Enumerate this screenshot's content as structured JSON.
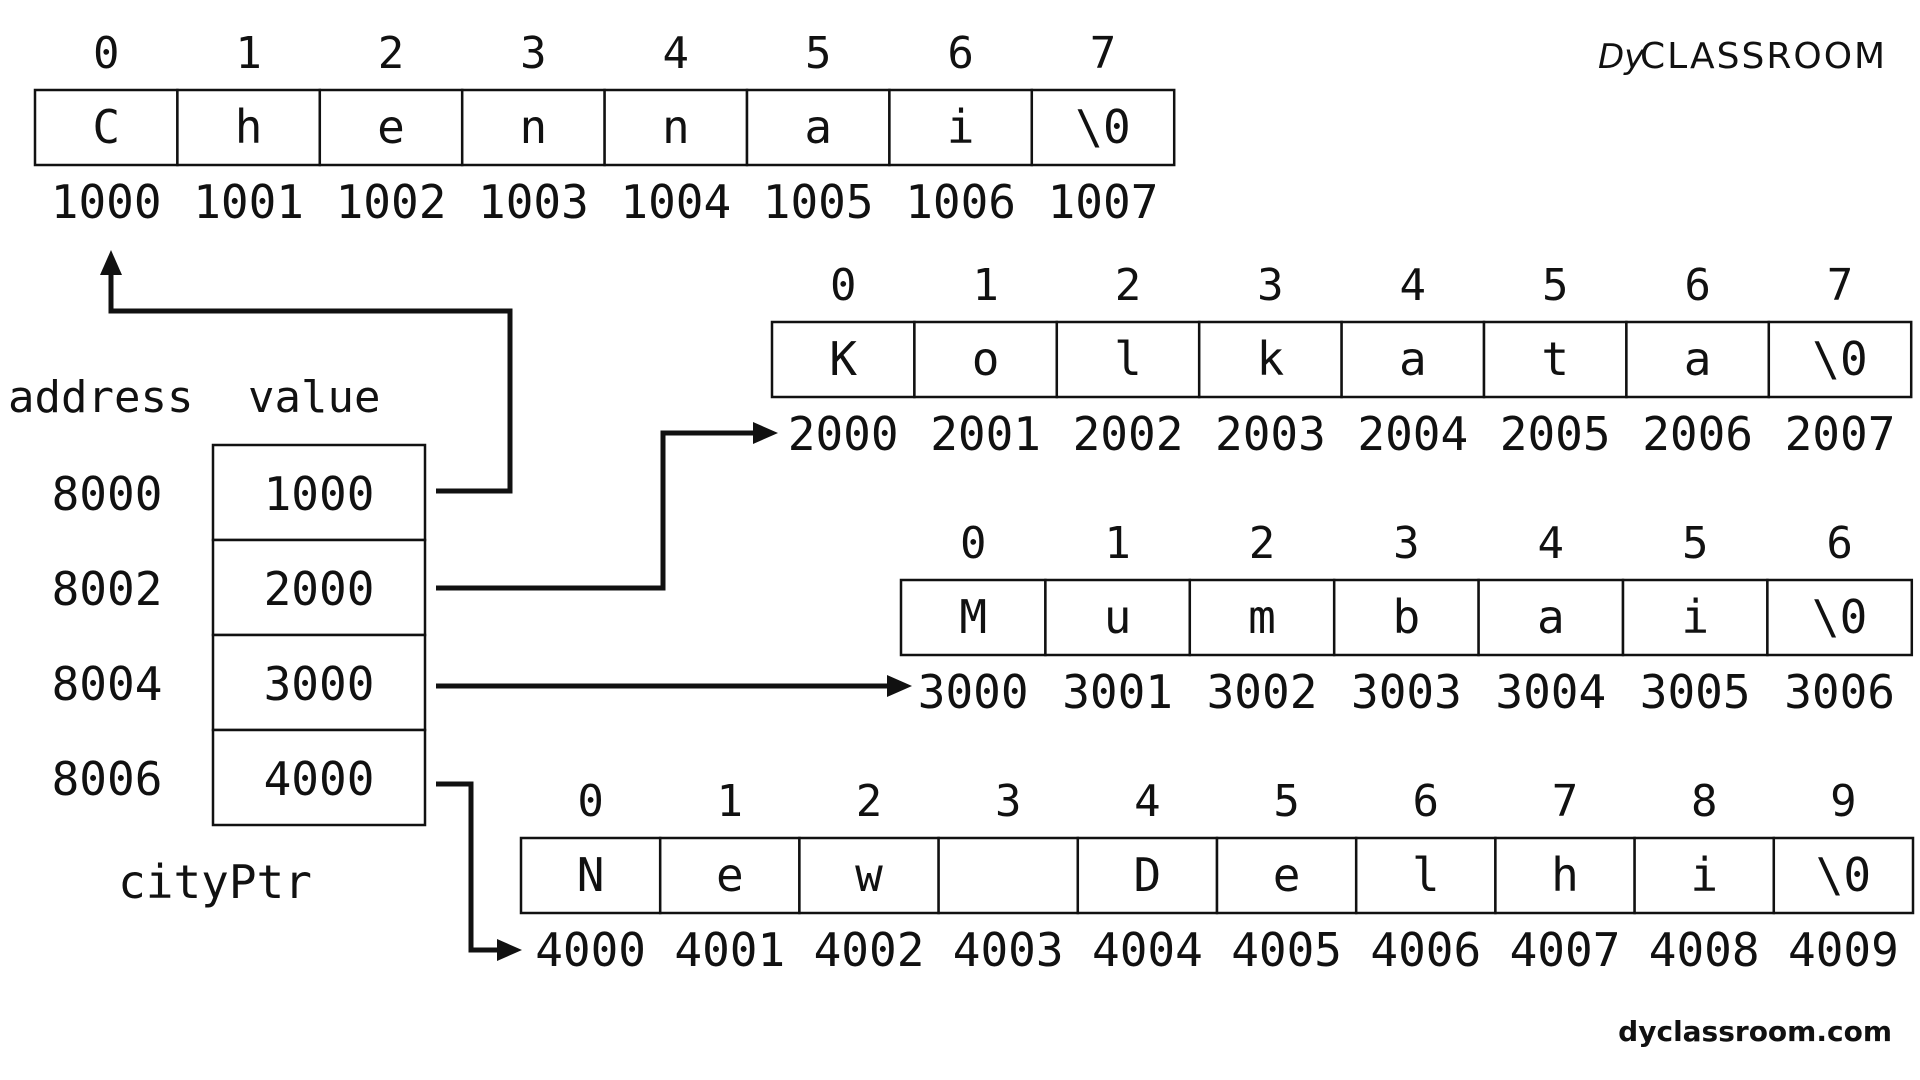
{
  "brand": {
    "logo_mark": "Dy",
    "logo_text": "CLASSROOM",
    "website": "dyclassroom.com"
  },
  "pointer_array": {
    "name": "cityPtr",
    "address_header": "address",
    "value_header": "value",
    "rows": [
      {
        "address": "8000",
        "value": "1000"
      },
      {
        "address": "8002",
        "value": "2000"
      },
      {
        "address": "8004",
        "value": "3000"
      },
      {
        "address": "8006",
        "value": "4000"
      }
    ]
  },
  "strings": [
    {
      "indices": [
        "0",
        "1",
        "2",
        "3",
        "4",
        "5",
        "6",
        "7"
      ],
      "chars": [
        "C",
        "h",
        "e",
        "n",
        "n",
        "a",
        "i",
        "\\0"
      ],
      "addresses": [
        "1000",
        "1001",
        "1002",
        "1003",
        "1004",
        "1005",
        "1006",
        "1007"
      ]
    },
    {
      "indices": [
        "0",
        "1",
        "2",
        "3",
        "4",
        "5",
        "6",
        "7"
      ],
      "chars": [
        "K",
        "o",
        "l",
        "k",
        "a",
        "t",
        "a",
        "\\0"
      ],
      "addresses": [
        "2000",
        "2001",
        "2002",
        "2003",
        "2004",
        "2005",
        "2006",
        "2007"
      ]
    },
    {
      "indices": [
        "0",
        "1",
        "2",
        "3",
        "4",
        "5",
        "6"
      ],
      "chars": [
        "M",
        "u",
        "m",
        "b",
        "a",
        "i",
        "\\0"
      ],
      "addresses": [
        "3000",
        "3001",
        "3002",
        "3003",
        "3004",
        "3005",
        "3006"
      ]
    },
    {
      "indices": [
        "0",
        "1",
        "2",
        "3",
        "4",
        "5",
        "6",
        "7",
        "8",
        "9"
      ],
      "chars": [
        "N",
        "e",
        "w",
        " ",
        "D",
        "e",
        "l",
        "h",
        "i",
        "\\0"
      ],
      "addresses": [
        "4000",
        "4001",
        "4002",
        "4003",
        "4004",
        "4005",
        "4006",
        "4007",
        "4008",
        "4009"
      ]
    }
  ]
}
